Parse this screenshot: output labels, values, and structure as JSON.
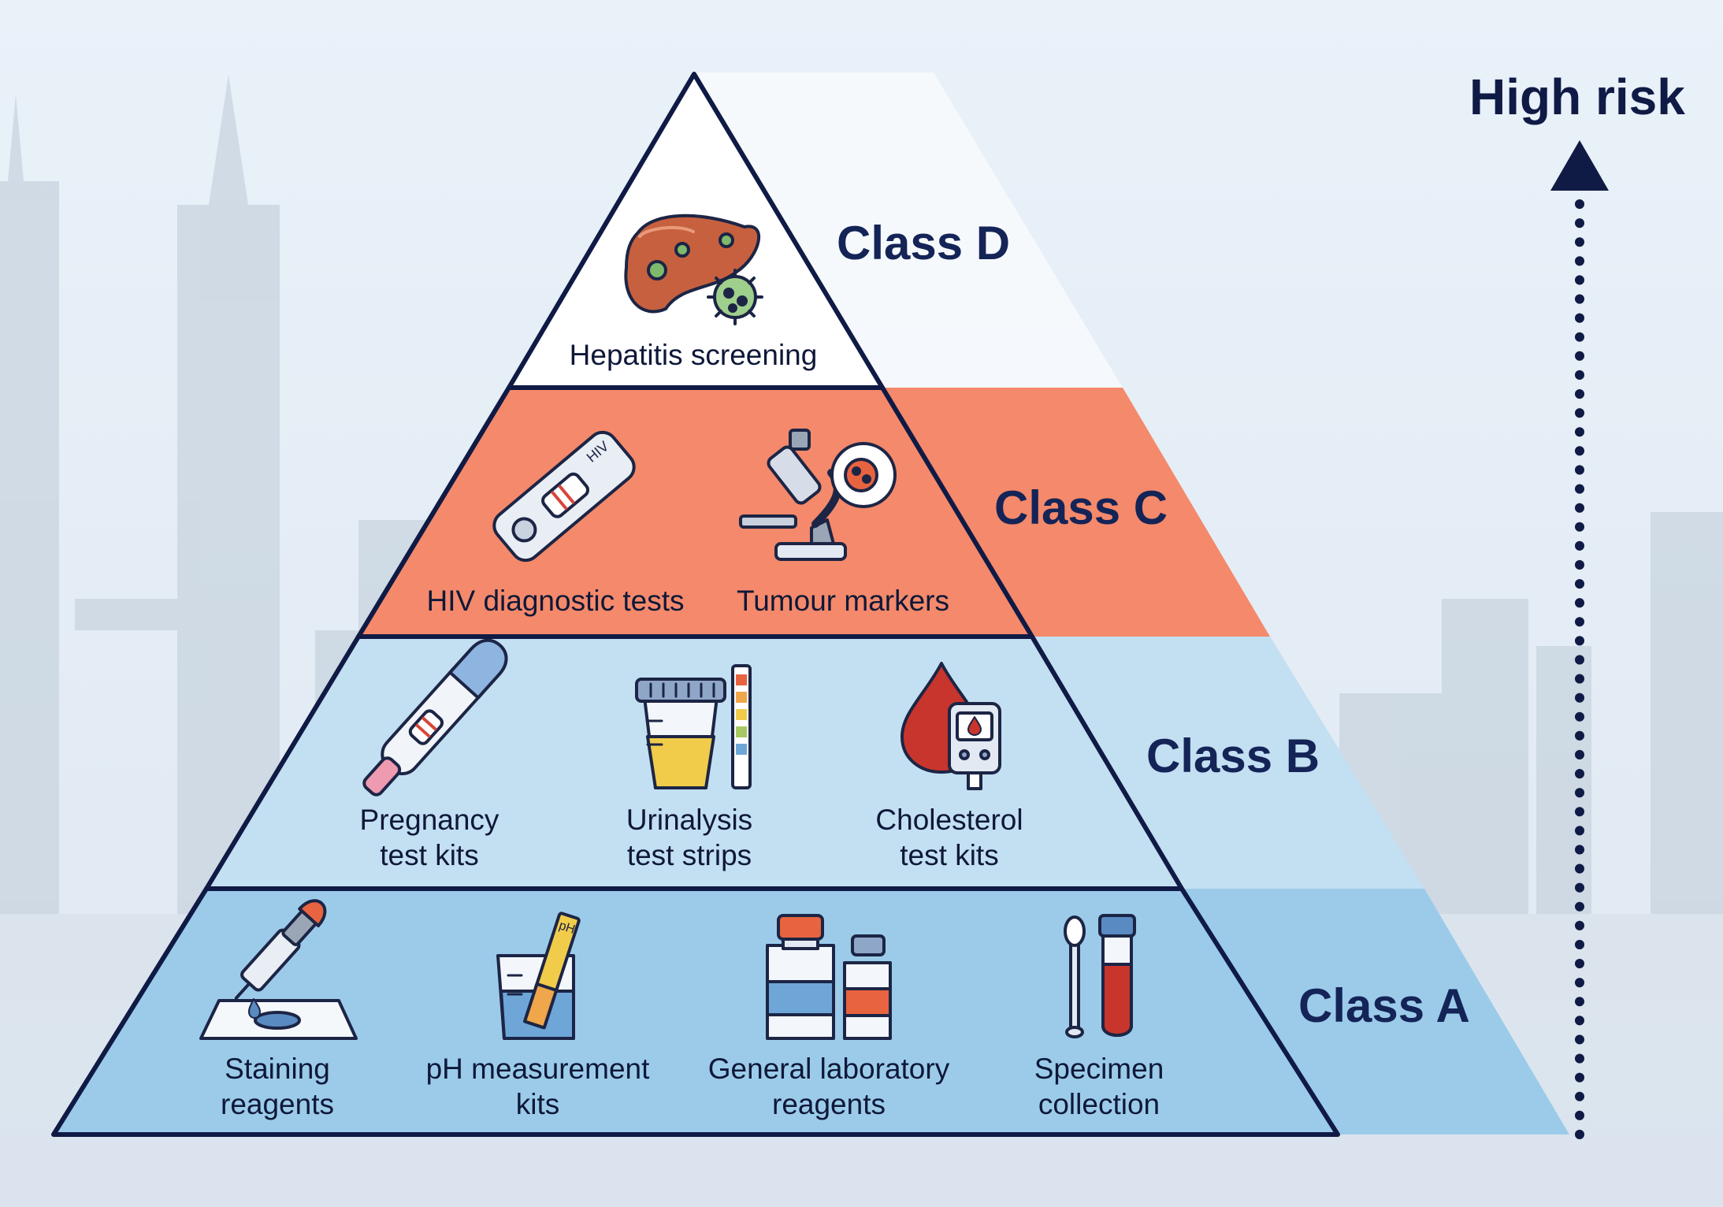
{
  "risk_label": "High risk",
  "colors": {
    "class_d": "#ffffff",
    "class_c": "#f4896b",
    "class_b": "#c3dff2",
    "class_a": "#9ccbea",
    "outline": "#0f1a45",
    "text": "#142457"
  },
  "tiers": [
    {
      "class_label": "Class D",
      "items": [
        {
          "icon": "liver-virus-icon",
          "lines": [
            "Hepatitis screening"
          ]
        }
      ]
    },
    {
      "class_label": "Class C",
      "items": [
        {
          "icon": "hiv-test-cassette-icon",
          "lines": [
            "HIV diagnostic tests"
          ]
        },
        {
          "icon": "microscope-icon",
          "lines": [
            "Tumour markers"
          ]
        }
      ]
    },
    {
      "class_label": "Class B",
      "items": [
        {
          "icon": "pregnancy-test-icon",
          "lines": [
            "Pregnancy",
            "test kits"
          ]
        },
        {
          "icon": "urine-cup-strip-icon",
          "lines": [
            "Urinalysis",
            "test strips"
          ]
        },
        {
          "icon": "glucometer-blood-drop-icon",
          "lines": [
            "Cholesterol",
            "test kits"
          ]
        }
      ]
    },
    {
      "class_label": "Class A",
      "items": [
        {
          "icon": "dropper-slide-icon",
          "lines": [
            "Staining",
            "reagents"
          ]
        },
        {
          "icon": "ph-strip-beaker-icon",
          "lines": [
            "pH measurement",
            "kits"
          ]
        },
        {
          "icon": "reagent-bottles-icon",
          "lines": [
            "General laboratory",
            "reagents"
          ]
        },
        {
          "icon": "swab-tube-icon",
          "lines": [
            "Specimen",
            "collection"
          ]
        }
      ]
    }
  ]
}
